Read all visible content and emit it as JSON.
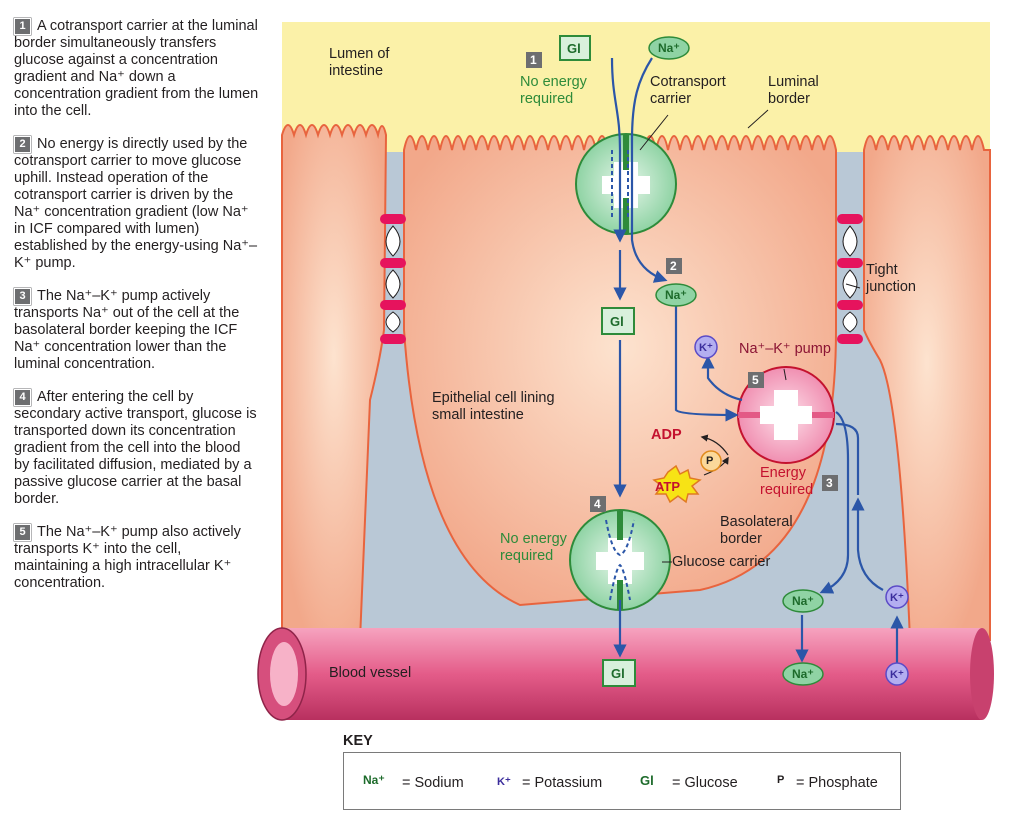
{
  "steps": [
    {
      "num": "1",
      "text": "A cotransport carrier at the luminal border simultaneously transfers glucose against a concentration gradient and Na⁺ down a concentration gradient from the lumen into the cell."
    },
    {
      "num": "2",
      "text": "No energy is directly used by the cotransport carrier to move glucose uphill. Instead operation of the cotransport carrier is driven by the Na⁺ concentration gradient (low Na⁺ in ICF compared with lumen) established by the energy-using Na⁺–K⁺ pump."
    },
    {
      "num": "3",
      "text": "The Na⁺–K⁺ pump actively transports Na⁺ out of the cell at the basolateral border keeping the ICF Na⁺ concentration lower than the luminal concentration."
    },
    {
      "num": "4",
      "text": "After entering the cell by secondary active transport, glucose is transported down its concentration gradient from the cell into the blood by facilitated diffusion, mediated by a passive glucose carrier at the basal border."
    },
    {
      "num": "5",
      "text": "The Na⁺–K⁺ pump also actively transports K⁺ into the cell, maintaining a high intracellular K⁺ concentration."
    }
  ],
  "labels": {
    "lumen": "Lumen of intestine",
    "no_energy_1": "No energy required",
    "cotransport": "Cotransport carrier",
    "luminal_border": "Luminal border",
    "tight_junction": "Tight junction",
    "pump": "Na⁺–K⁺ pump",
    "epithelial": "Epithelial cell lining small intestine",
    "adp": "ADP",
    "atp": "ATP",
    "p": "P",
    "energy_required": "Energy required",
    "basolateral": "Basolateral border",
    "no_energy_4": "No energy required",
    "glucose_carrier": "Glucose carrier",
    "blood_vessel": "Blood vessel",
    "gl": "Gl",
    "na": "Na⁺",
    "k": "K⁺",
    "step1": "1",
    "step2": "2",
    "step3": "3",
    "step4": "4",
    "step5": "5"
  },
  "key": {
    "title": "KEY",
    "sodium": "= Sodium",
    "potassium": "= Potassium",
    "glucose": "= Glucose",
    "phosphate": "= Phosphate"
  },
  "colors": {
    "lumen": "#fbf1a8",
    "cell": "#f7c4a6",
    "interstitial": "#b9c8d6",
    "vessel": "#e35a86",
    "arrow": "#2b56a8",
    "carrier_green": "#bfe5c9",
    "pump_pink": "#f6a6c0",
    "tight_junction": "#e6135d"
  }
}
